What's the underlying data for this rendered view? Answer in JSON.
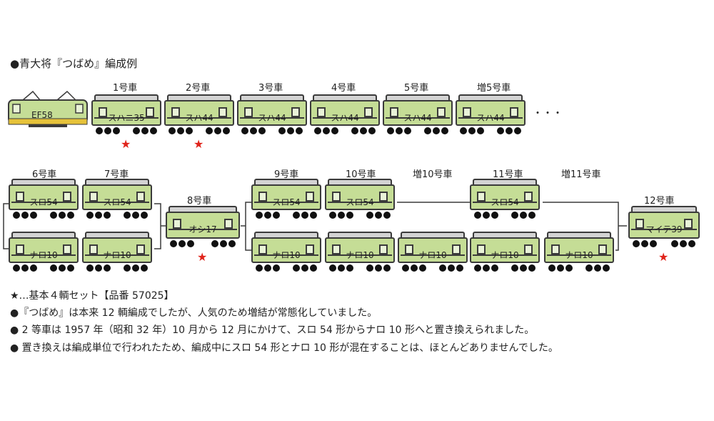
{
  "title": "●青大将『つばめ』編成例",
  "loco": {
    "label": "EF58"
  },
  "continuation": "・・・",
  "colors": {
    "car_body": "#c5dd96",
    "outline": "#3b3b3b",
    "roof": "#d3d3d3",
    "star": "#e0241b"
  },
  "row1": [
    {
      "no": "1号車",
      "type": "スハニ35",
      "star": true
    },
    {
      "no": "2号車",
      "type": "スハ44",
      "star": true
    },
    {
      "no": "3号車",
      "type": "スハ44",
      "star": false
    },
    {
      "no": "4号車",
      "type": "スハ44",
      "star": false
    },
    {
      "no": "5号車",
      "type": "スハ44",
      "star": false
    },
    {
      "no": "増5号車",
      "type": "スハ44",
      "star": false
    }
  ],
  "row2": {
    "car6": {
      "no": "6号車",
      "top": "スロ54",
      "bottom": "ナロ10"
    },
    "car7": {
      "no": "7号車",
      "top": "スロ54",
      "bottom": "ナロ10"
    },
    "car8": {
      "no": "8号車",
      "type": "オシ17",
      "star": true
    },
    "car9": {
      "no": "9号車",
      "top": "スロ54",
      "bottom": "ナロ10"
    },
    "car10": {
      "no": "10号車",
      "top": "スロ54",
      "bottom": "ナロ10"
    },
    "car10x": {
      "no": "増10号車",
      "bottom": "ナロ10"
    },
    "car11": {
      "no": "11号車",
      "top": "スロ54",
      "bottom": "ナロ10"
    },
    "car11x": {
      "no": "増11号車",
      "bottom": "ナロ10"
    },
    "car12": {
      "no": "12号車",
      "type": "マイテ39",
      "star": true
    }
  },
  "notes": [
    "★…基本４輌セット【品番 57025】",
    "●『つばめ』は本来 12 輌編成でしたが、人気のため増結が常態化していました。",
    "● 2 等車は 1957 年（昭和 32 年）10 月から 12 月にかけて、スロ 54 形からナロ 10 形へと置き換えられました。",
    "● 置き換えは編成単位で行われたため、編成中にスロ 54 形とナロ 10 形が混在することは、ほとんどありませんでした。"
  ]
}
